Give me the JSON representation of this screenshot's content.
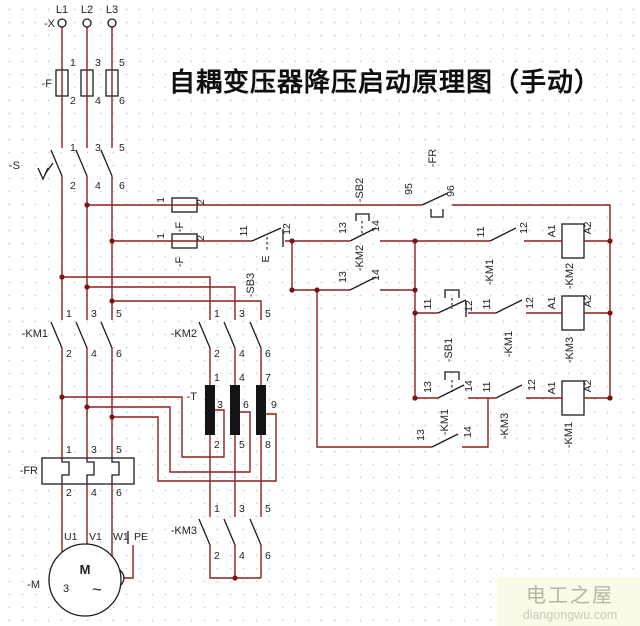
{
  "title": "自耦变压器降压启动原理图（手动）",
  "labels": {
    "x": "-X",
    "l1": "L1",
    "l2": "L2",
    "l3": "L3",
    "f": "-F",
    "s": "-S",
    "km1": "-KM1",
    "km2": "-KM2",
    "km3": "-KM3",
    "fr": "-FR",
    "t": "-T",
    "m": "-M",
    "sb1": "-SB1",
    "sb2": "-SB2",
    "sb3": "-SB3",
    "e": "E"
  },
  "terminals": {
    "n1": "1",
    "n2": "2",
    "n3": "3",
    "n4": "4",
    "n5": "5",
    "n6": "6",
    "n7": "7",
    "n8": "8",
    "n9": "9",
    "n11": "11",
    "n12": "12",
    "n13": "13",
    "n14": "14",
    "n95": "95",
    "n96": "96",
    "a1": "A1",
    "a2": "A2"
  },
  "motor": {
    "u1": "U1",
    "v1": "V1",
    "w1": "W1",
    "pe": "PE",
    "letter": "M",
    "phase": "3",
    "wave": "~"
  },
  "watermark": {
    "name": "电工之屋",
    "site": "diangongwu.com"
  },
  "colors": {
    "wire": "#8e1f1f",
    "symbol": "#1c1c1c",
    "junction": "#7d1414"
  }
}
